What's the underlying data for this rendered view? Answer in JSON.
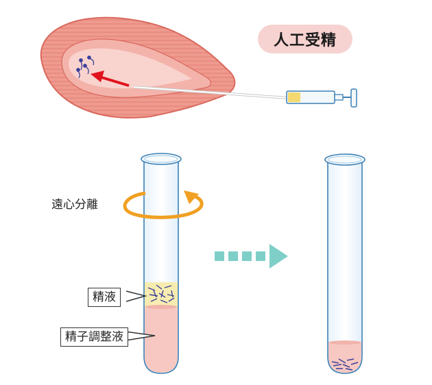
{
  "title": "人工受精",
  "labels": {
    "centrifuge": "遠心分離",
    "semen": "精液",
    "medium": "精子調整液"
  },
  "colors": {
    "uterus_fill": "#ef9a8f",
    "uterus_stroke": "#d9685c",
    "arrow_red": "#e0141e",
    "rotation_orange": "#f0a023",
    "flow_arrow_teal": "#7fcfc9",
    "tube_stroke": "#3a7fb5",
    "medium_fill": "#f7c8c2",
    "semen_fill": "#f6ecb0",
    "sperm_blue": "#3a3f9a",
    "title_badge": "#f6d2d0"
  },
  "icons": [
    "uterus-icon",
    "syringe-icon",
    "sperm-icon",
    "test-tube-icon",
    "rotation-arrow-icon",
    "flow-arrow-icon"
  ]
}
